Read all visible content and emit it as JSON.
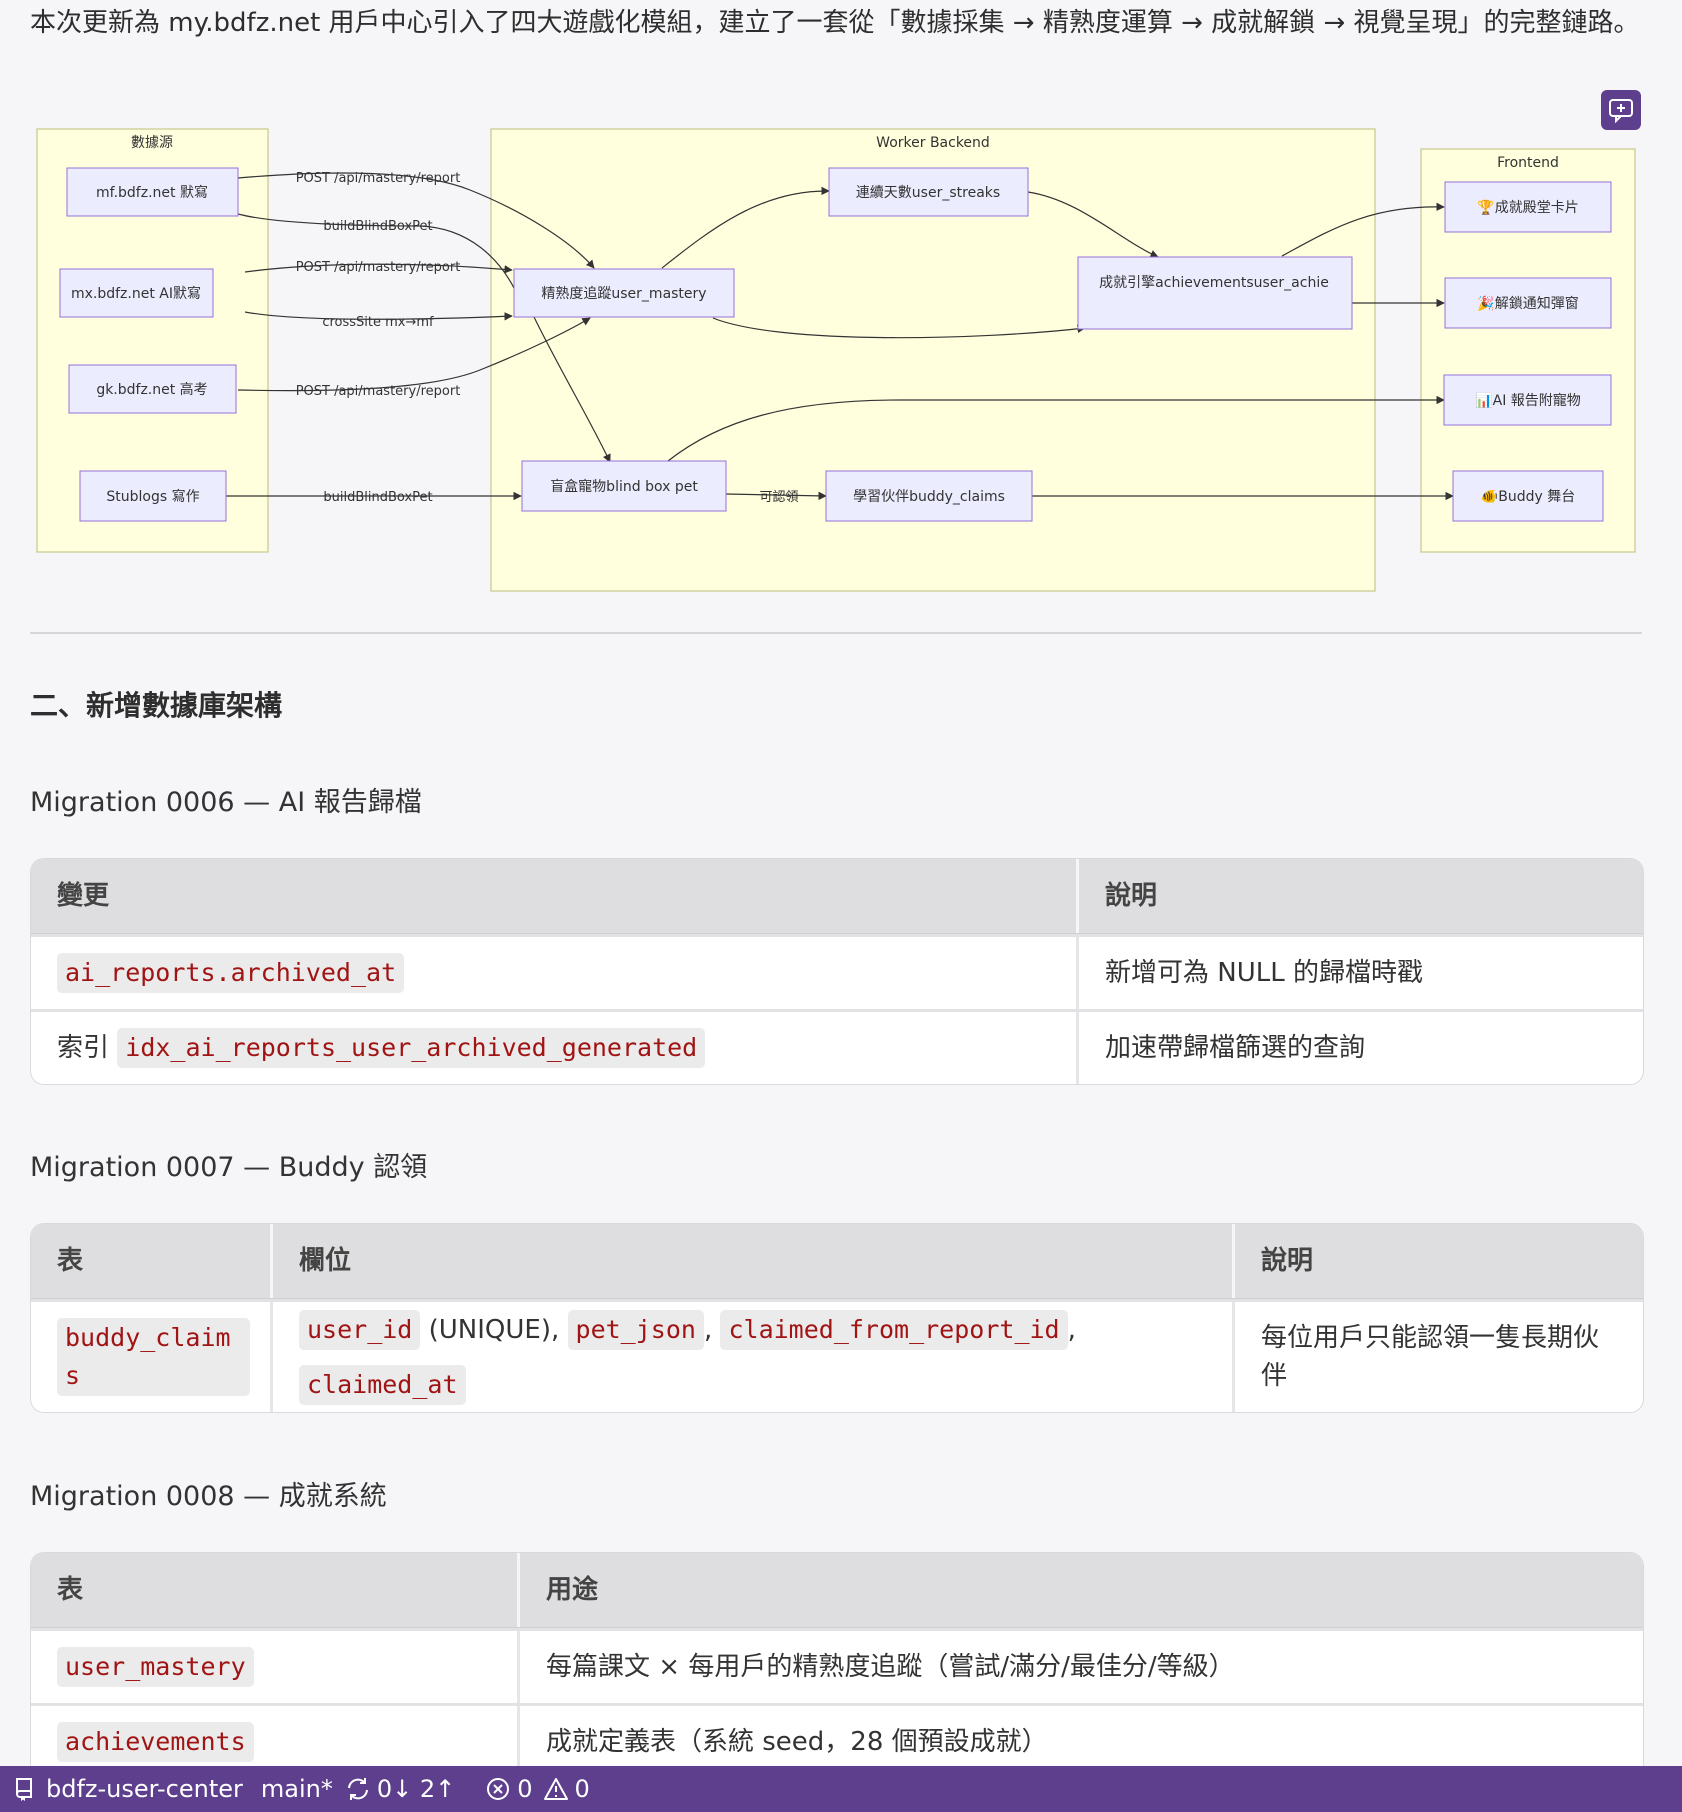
{
  "intro": "本次更新為 my.bdfz.net 用戶中心引入了四大遊戲化模組，建立了一套從「數據採集 → 精熟度運算 → 成就解鎖 → 視覺呈現」的完整鏈路。",
  "diagram": {
    "clusters": {
      "sources": "數據源",
      "backend": "Worker Backend",
      "frontend": "Frontend"
    },
    "nodes": {
      "mf": "mf.bdfz.net 默寫",
      "mx": "mx.bdfz.net AI默寫",
      "gk": "gk.bdfz.net 高考",
      "stublogs": "Stublogs 寫作",
      "mastery": "精熟度追蹤user_mastery",
      "streaks": "連續天數user_streaks",
      "achievements": "成就引擎achievementsuser_achie",
      "blindbox": "盲盒寵物blind box pet",
      "buddy": "學習伙伴buddy_claims",
      "hall": "🏆成就殿堂卡片",
      "unlock": "🎉解鎖通知彈窗",
      "aireport": "📊AI 報告附寵物",
      "stage": "🐠Buddy 舞台"
    },
    "edges": {
      "post1": "POST /api/mastery/report",
      "build1": "buildBlindBoxPet",
      "post2": "POST /api/mastery/report",
      "cross": "crossSite mx→mf",
      "post3": "POST /api/mastery/report",
      "build2": "buildBlindBoxPet",
      "claimable": "可認領"
    }
  },
  "section_title": "二、新增數據庫架構",
  "migrations": [
    {
      "title": "Migration 0006 — AI 報告歸檔",
      "headers": [
        "變更",
        "說明"
      ],
      "rows": [
        {
          "c1_code": "ai_reports.archived_at",
          "c2": "新增可為 NULL 的歸檔時戳"
        },
        {
          "c1_prefix": "索引",
          "c1_code": "idx_ai_reports_user_archived_generated",
          "c2": "加速帶歸檔篩選的查詢"
        }
      ]
    },
    {
      "title": "Migration 0007 — Buddy 認領",
      "headers": [
        "表",
        "欄位",
        "說明"
      ],
      "rows": [
        {
          "table_code": "buddy_claims",
          "fields": [
            {
              "code": "user_id",
              "suffix": " (UNIQUE), "
            },
            {
              "code": "pet_json",
              "suffix": ", "
            },
            {
              "code": "claimed_from_report_id",
              "suffix": ", "
            },
            {
              "code": "claimed_at",
              "suffix": ""
            }
          ],
          "desc": "每位用戶只能認領一隻長期伙伴"
        }
      ]
    },
    {
      "title": "Migration 0008 — 成就系統",
      "headers": [
        "表",
        "用途"
      ],
      "rows": [
        {
          "c1_code": "user_mastery",
          "c2": "每篇課文 × 每用戶的精熟度追蹤（嘗試/滿分/最佳分/等級）"
        },
        {
          "c1_code": "achievements",
          "c2": "成就定義表（系統 seed，28 個預設成就）"
        }
      ]
    }
  ],
  "statusbar": {
    "repo": "bdfz-user-center",
    "branch": "main*",
    "sync": "0↓ 2↑",
    "errors": "0",
    "warnings": "0"
  },
  "colors": {
    "accent": "#5d3f8e",
    "cluster_fill": "#ffffde",
    "node_fill": "#ececff",
    "node_stroke": "#9370db",
    "code_text": "#a11414"
  }
}
